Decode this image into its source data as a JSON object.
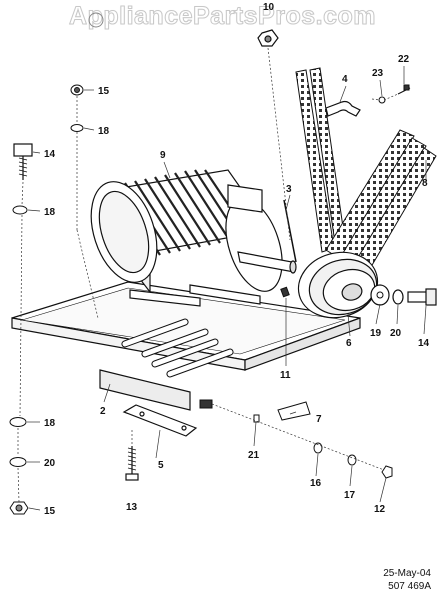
{
  "watermark": "AppliancePartsPros.com",
  "footer": {
    "date": "25-May-04",
    "code": "507 469A"
  },
  "callouts": [
    {
      "id": "c10",
      "text": "10"
    },
    {
      "id": "c15a",
      "text": "15"
    },
    {
      "id": "c18a",
      "text": "18"
    },
    {
      "id": "c14a",
      "text": "14"
    },
    {
      "id": "c18b",
      "text": "18"
    },
    {
      "id": "c9",
      "text": "9"
    },
    {
      "id": "c3",
      "text": "3"
    },
    {
      "id": "c4",
      "text": "4"
    },
    {
      "id": "c23",
      "text": "23"
    },
    {
      "id": "c22",
      "text": "22"
    },
    {
      "id": "c8",
      "text": "8"
    },
    {
      "id": "c6",
      "text": "6"
    },
    {
      "id": "c19",
      "text": "19"
    },
    {
      "id": "c20a",
      "text": "20"
    },
    {
      "id": "c14b",
      "text": "14"
    },
    {
      "id": "c11",
      "text": "11"
    },
    {
      "id": "c2",
      "text": "2"
    },
    {
      "id": "c7",
      "text": "7"
    },
    {
      "id": "c5",
      "text": "5"
    },
    {
      "id": "c21",
      "text": "21"
    },
    {
      "id": "c18c",
      "text": "18"
    },
    {
      "id": "c20b",
      "text": "20"
    },
    {
      "id": "c16",
      "text": "16"
    },
    {
      "id": "c17",
      "text": "17"
    },
    {
      "id": "c13",
      "text": "13"
    },
    {
      "id": "c12",
      "text": "12"
    },
    {
      "id": "c15b",
      "text": "15"
    }
  ]
}
